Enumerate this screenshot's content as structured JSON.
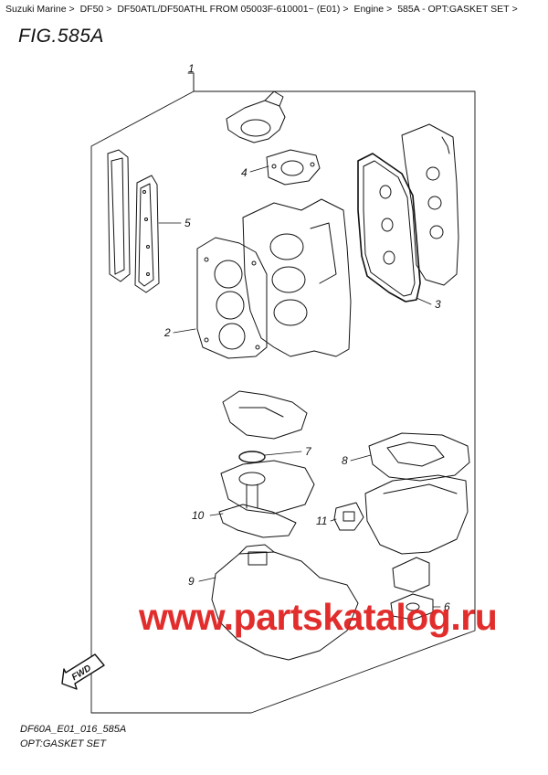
{
  "breadcrumb": {
    "items": [
      "Suzuki Marine",
      "DF50",
      "DF50ATL/DF50ATHL FROM 05003F-610001~ (E01)",
      "Engine",
      "585A - OPT:GASKET SET"
    ],
    "separator": ">"
  },
  "figure": {
    "title": "FIG.585A"
  },
  "callouts": {
    "c1": "1",
    "c2": "2",
    "c3": "3",
    "c4": "4",
    "c5": "5",
    "c6": "6",
    "c7": "7",
    "c8": "8",
    "c9": "9",
    "c10": "10",
    "c11": "11"
  },
  "fwd_label": "FWD",
  "watermark": "www.partskatalog.ru",
  "footer": {
    "code": "DF60A_E01_016_585A",
    "name": "OPT:GASKET SET"
  },
  "colors": {
    "line": "#111111",
    "watermark": "#e01c1c"
  }
}
